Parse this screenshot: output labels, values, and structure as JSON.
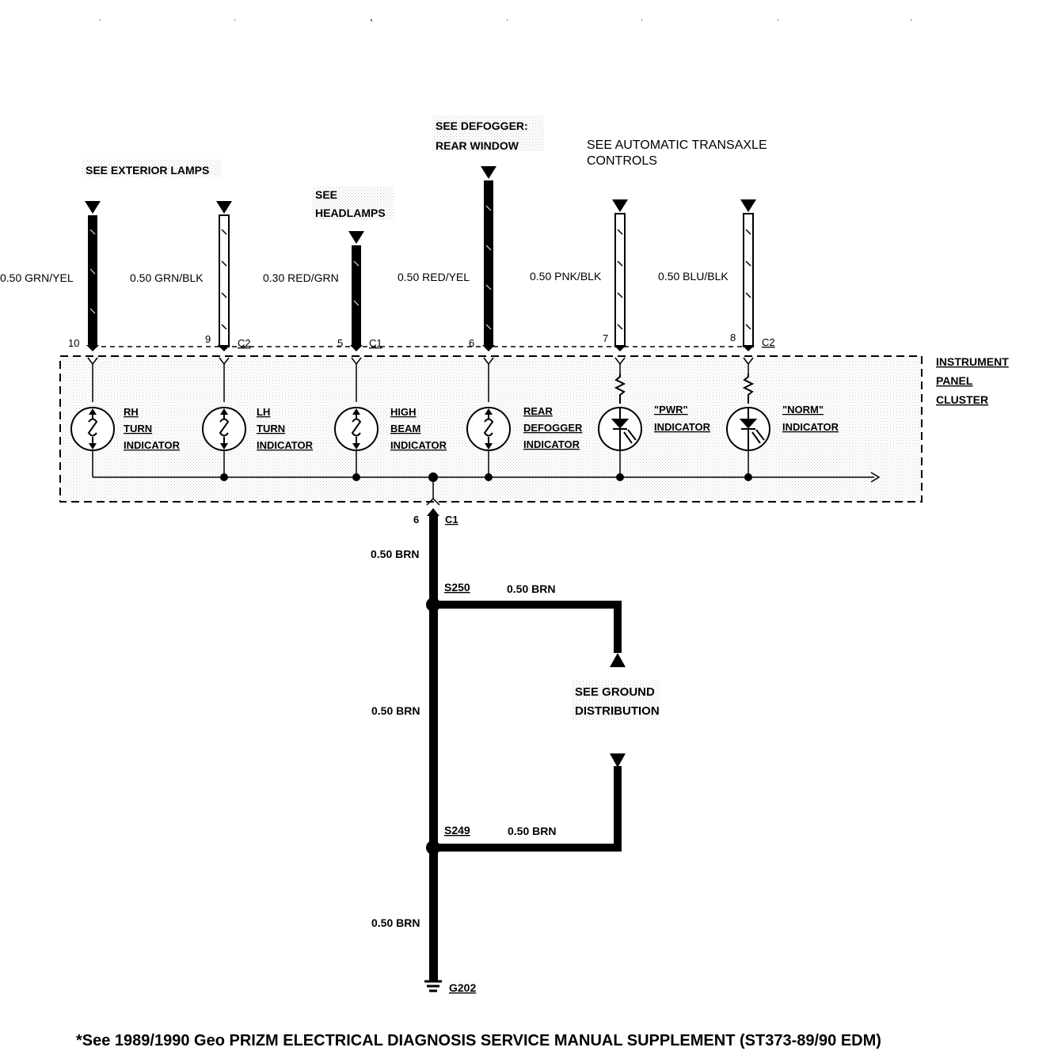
{
  "references": {
    "exterior_lamps": "SEE EXTERIOR LAMPS",
    "headlamps_1": "SEE",
    "headlamps_2": "HEADLAMPS",
    "defogger_1": "SEE DEFOGGER:",
    "defogger_2": "REAR WINDOW",
    "transaxle_1": "SEE AUTOMATIC TRANSAXLE",
    "transaxle_2": "CONTROLS",
    "ground_1": "SEE GROUND",
    "ground_2": "DISTRIBUTION"
  },
  "wires": [
    {
      "label": "0.50 GRN/YEL",
      "pin": "10",
      "connector": "",
      "style": "solid"
    },
    {
      "label": "0.50 GRN/BLK",
      "pin": "9",
      "connector": "C2",
      "style": "striped"
    },
    {
      "label": "0.30 RED/GRN",
      "pin": "5",
      "connector": "C1",
      "style": "solid"
    },
    {
      "label": "0.50 RED/YEL",
      "pin": "6",
      "connector": "",
      "style": "solid"
    },
    {
      "label": "0.50 PNK/BLK",
      "pin": "7",
      "connector": "",
      "style": "striped"
    },
    {
      "label": "0.50 BLU/BLK",
      "pin": "8",
      "connector": "C2",
      "style": "striped"
    }
  ],
  "cluster": {
    "title_1": "INSTRUMENT",
    "title_2": "PANEL",
    "title_3": "CLUSTER"
  },
  "indicators": [
    {
      "line1": "RH",
      "line2": "TURN",
      "line3": "INDICATOR",
      "kind": "bulb"
    },
    {
      "line1": "LH",
      "line2": "TURN",
      "line3": "INDICATOR",
      "kind": "bulb"
    },
    {
      "line1": "HIGH",
      "line2": "BEAM",
      "line3": "INDICATOR",
      "kind": "bulb"
    },
    {
      "line1": "REAR",
      "line2": "DEFOGGER",
      "line3": "INDICATOR",
      "kind": "bulb"
    },
    {
      "line1": "\"PWR\"",
      "line2": "INDICATOR",
      "line3": "",
      "kind": "led"
    },
    {
      "line1": "\"NORM\"",
      "line2": "INDICATOR",
      "line3": "",
      "kind": "led"
    }
  ],
  "ground_circuit": {
    "pin": "6",
    "connector": "C1",
    "wire_top": "0.50 BRN",
    "splice_1": "S250",
    "branch_1": "0.50 BRN",
    "wire_mid": "0.50 BRN",
    "splice_2": "S249",
    "branch_2": "0.50 BRN",
    "wire_bottom": "0.50 BRN",
    "ground": "G202"
  },
  "footer": "*See 1989/1990 Geo PRIZM ELECTRICAL DIAGNOSIS SERVICE MANUAL SUPPLEMENT (ST373-89/90 EDM)"
}
